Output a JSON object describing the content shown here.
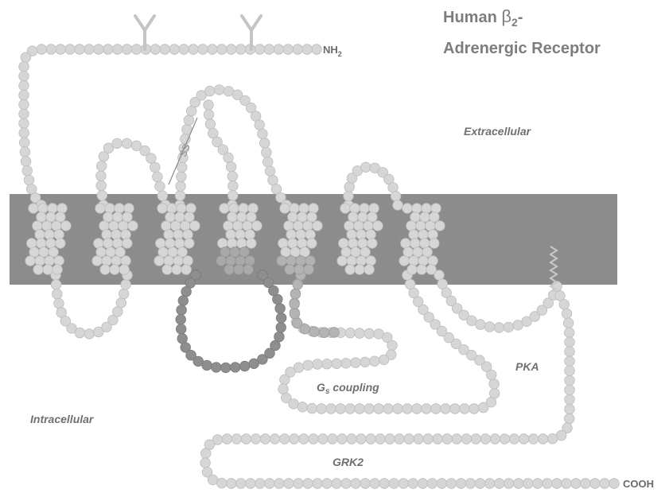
{
  "title": {
    "line1_prefix": "Human ",
    "beta": "β",
    "subscript": "2",
    "line1_suffix": "-",
    "line2": "Adrenergic Receptor"
  },
  "regions": {
    "extracellular": "Extracellular",
    "intracellular": "Intracellular"
  },
  "termini": {
    "n_prefix": "NH",
    "n_sub": "2",
    "c": "COOH"
  },
  "disulfide": "SS",
  "sites": {
    "gs_main": "G",
    "gs_sub": "s",
    "gs_rest": " coupling",
    "pka": "PKA",
    "grk2": "GRK2"
  },
  "colors": {
    "membrane": "#8c8c8c",
    "residue_light": "#d6d6d6",
    "residue_outline": "#bcbcbc",
    "residue_dark": "#8e8e8e",
    "residue_mid": "#b4b4b4",
    "text": "#707070"
  },
  "helix_count": 7
}
